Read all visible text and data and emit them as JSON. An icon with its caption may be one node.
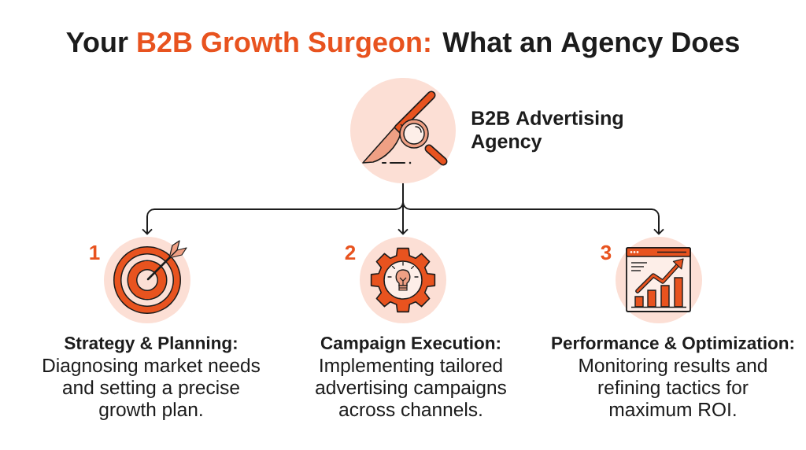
{
  "diagram": {
    "title": "Your B2B Growth Surgeon: What an Agency Does",
    "nodes": [
      {
        "text": [],
        "shape": "circle",
        "beside": [
          "B2B Advertising Agency"
        ]
      },
      {
        "text": [],
        "shape": "circle",
        "beside": [
          "1",
          "Strategy & Planning:",
          "Diagnosing market needs and setting a precise growth plan."
        ]
      },
      {
        "text": [],
        "shape": "circle",
        "beside": [
          "2",
          "Campaign Execution:",
          "Implementing tailored advertising campaigns across channels."
        ]
      },
      {
        "text": [],
        "shape": "circle",
        "beside": [
          "3",
          "Performance & Optimization:",
          "Monitoring results and refining tactics for maximum ROI."
        ]
      }
    ],
    "edges": [
      {
        "from": 0,
        "to": 1,
        "arrow": "to"
      },
      {
        "from": 0,
        "to": 2,
        "arrow": "to"
      },
      {
        "from": 0,
        "to": 3,
        "arrow": "to"
      }
    ]
  }
}
